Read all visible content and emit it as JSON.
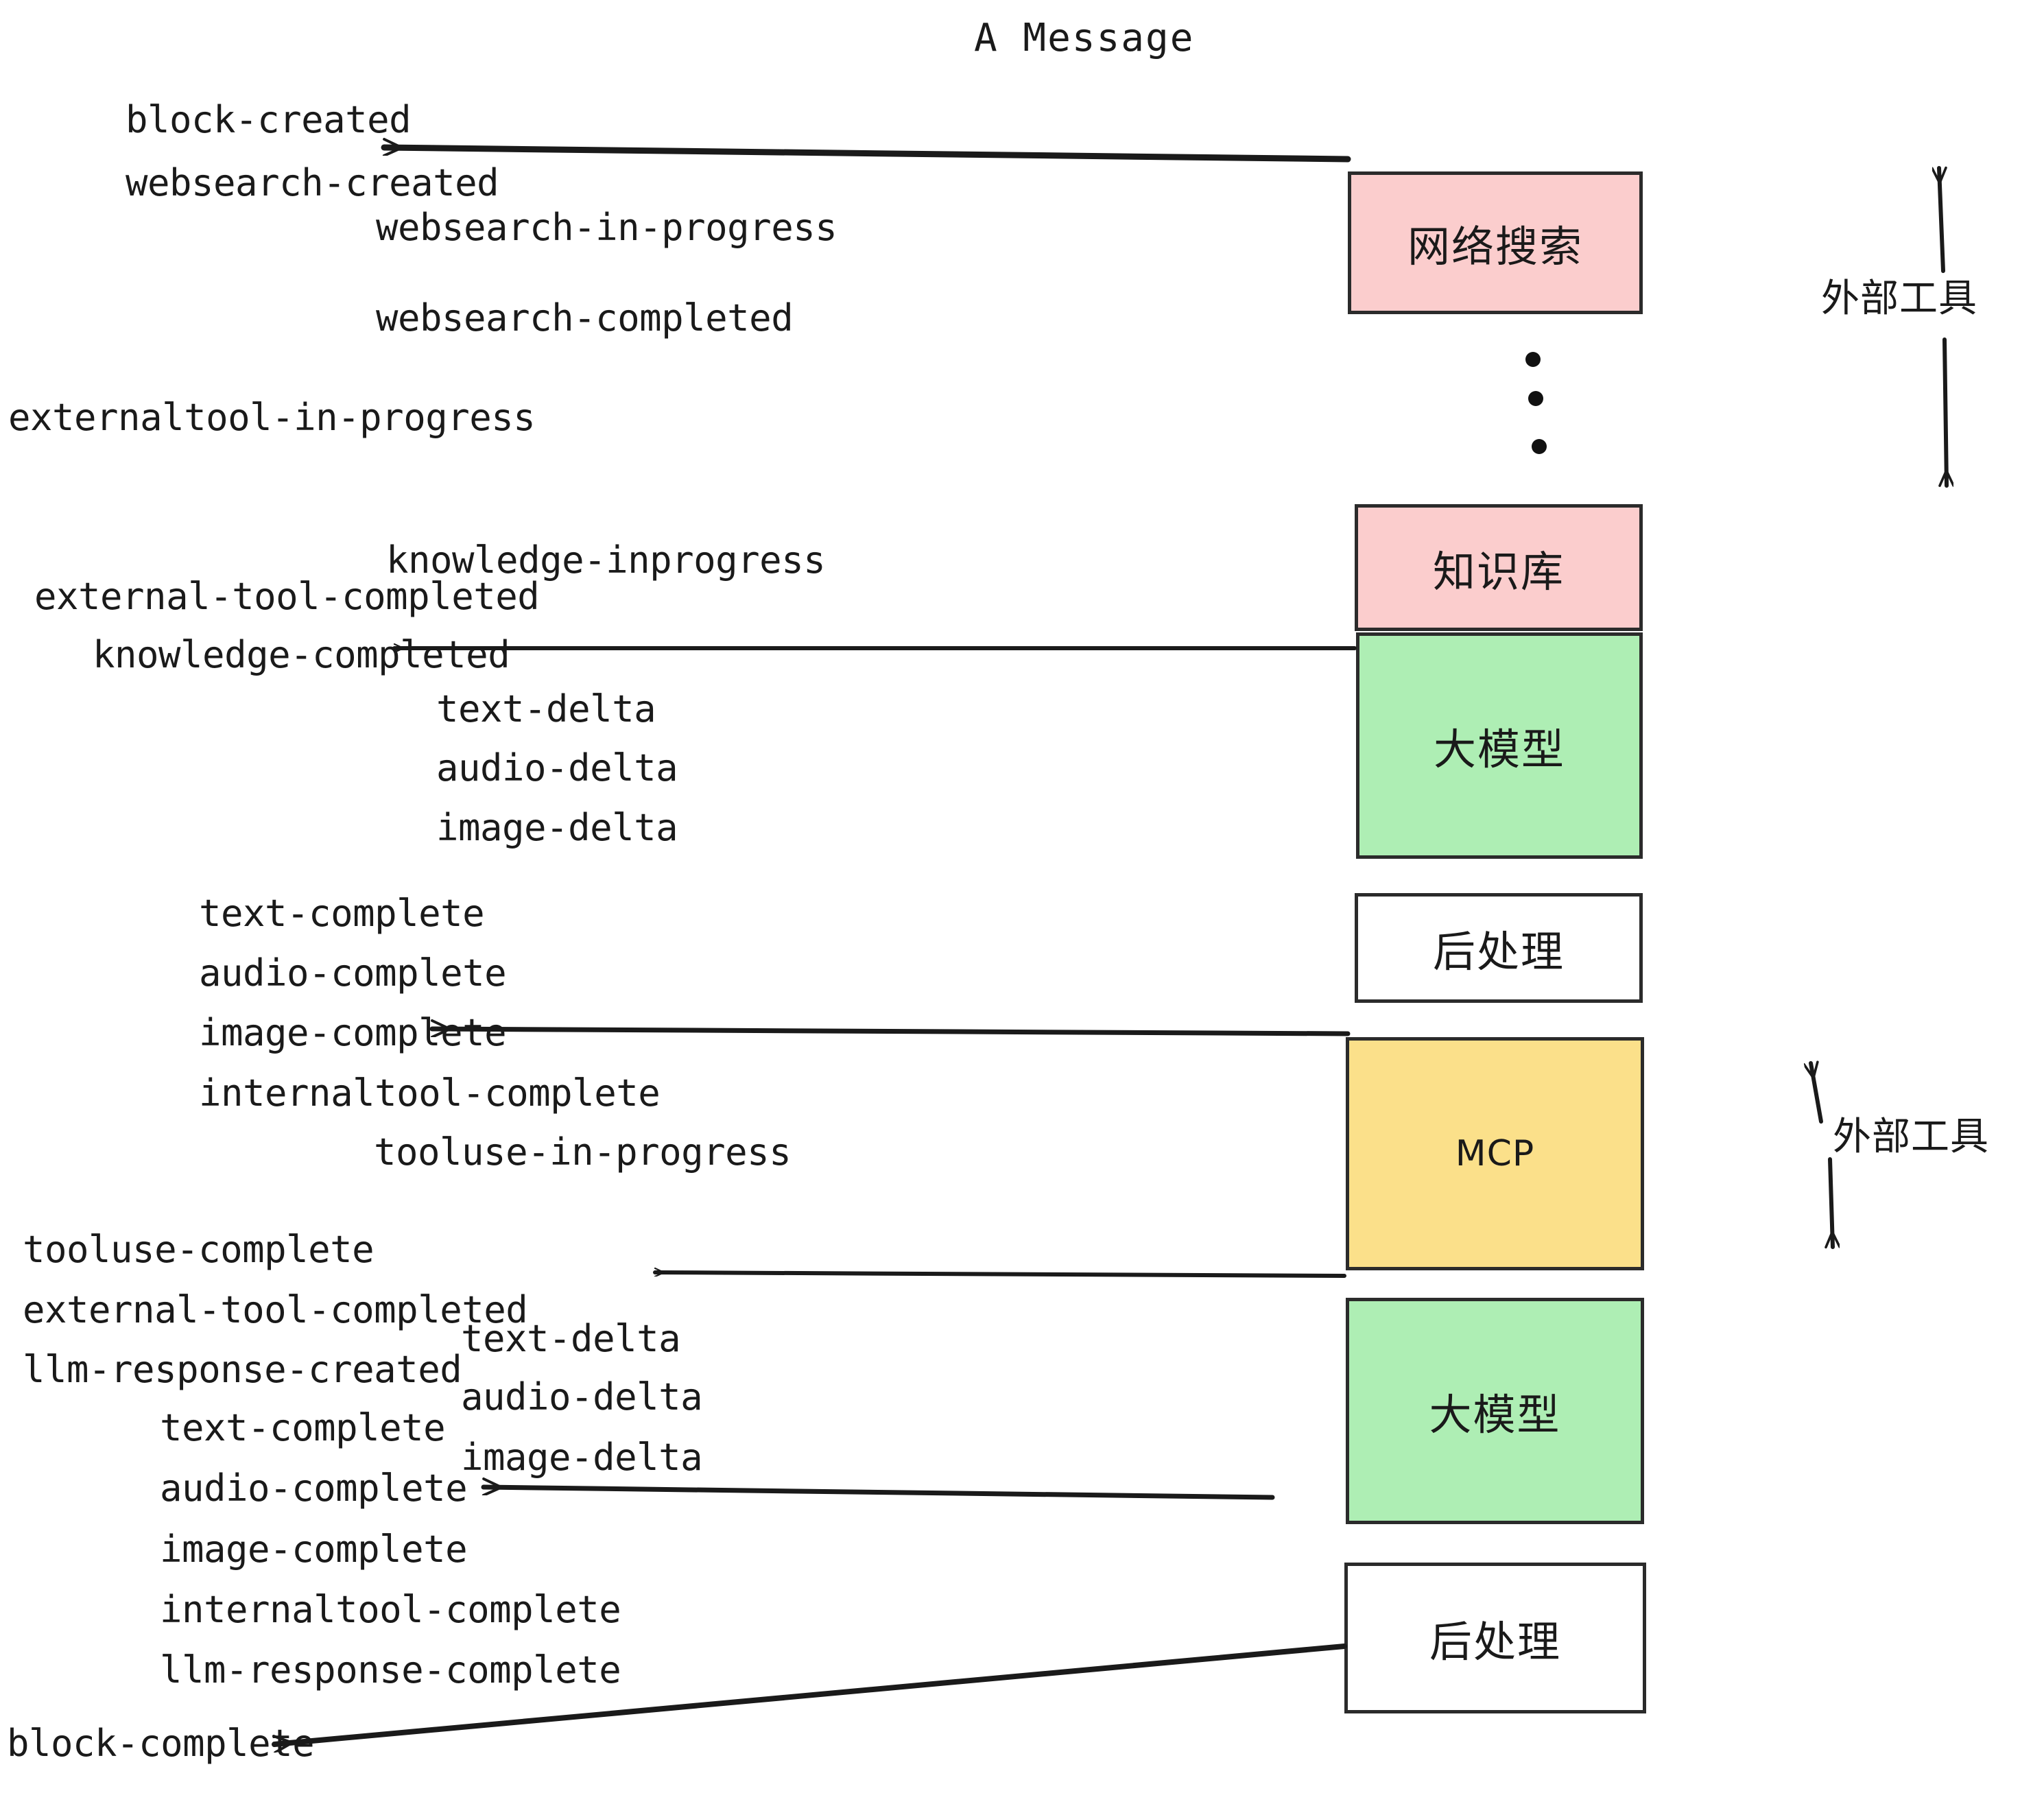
{
  "title": "A Message",
  "colors": {
    "tool_fill": "#fbcdcd",
    "llm_fill": "#aeeeb4",
    "mcp_fill": "#fbe08a",
    "plain_fill": "#ffffff",
    "stroke": "#2b2b2b",
    "text": "#1a1a1a"
  },
  "boxes": [
    {
      "label": "网络搜索",
      "kind": "tool"
    },
    {
      "label": "知识库",
      "kind": "tool"
    },
    {
      "label": "大模型",
      "kind": "llm"
    },
    {
      "label": "后处理",
      "kind": "plain"
    },
    {
      "label": "MCP",
      "kind": "mcp"
    },
    {
      "label": "大模型",
      "kind": "llm"
    },
    {
      "label": "后处理",
      "kind": "plain"
    }
  ],
  "side_annotations": [
    {
      "label": "外部工具"
    },
    {
      "label": "外部工具"
    }
  ],
  "events": {
    "left_column": [
      "block-created",
      "websearch-created",
      "externaltool-in-progress",
      "external-tool-completed",
      "knowledge-completed",
      "text-complete",
      "audio-complete",
      "image-complete",
      "internaltool-complete",
      "tooluse-complete",
      "external-tool-completed",
      "llm-response-created",
      "text-complete",
      "audio-complete",
      "image-complete",
      "internaltool-complete",
      "llm-response-complete",
      "block-complete"
    ],
    "middle_column": [
      "websearch-in-progress",
      "websearch-completed",
      "knowledge-inprogress",
      "text-delta",
      "audio-delta",
      "image-delta",
      "tooluse-in-progress",
      "text-delta",
      "audio-delta",
      "image-delta"
    ]
  },
  "labels": {
    "block_created": "block-created",
    "websearch_created": "websearch-created",
    "websearch_in_progress": "websearch-in-progress",
    "websearch_completed": "websearch-completed",
    "externaltool_in_progress": "externaltool-in-progress",
    "knowledge_inprogress": "knowledge-inprogress",
    "external_tool_completed_1": "external-tool-completed",
    "knowledge_completed": "knowledge-completed",
    "text_delta_1": "text-delta",
    "audio_delta_1": "audio-delta",
    "image_delta_1": "image-delta",
    "text_complete_1": "text-complete",
    "audio_complete_1": "audio-complete",
    "image_complete_1": "image-complete",
    "internaltool_complete_1": "internaltool-complete",
    "tooluse_in_progress": "tooluse-in-progress",
    "tooluse_complete": "tooluse-complete",
    "external_tool_completed_2": "external-tool-completed",
    "llm_response_created": "llm-response-created",
    "text_delta_2": "text-delta",
    "audio_delta_2": "audio-delta",
    "image_delta_2": "image-delta",
    "text_complete_2": "text-complete",
    "audio_complete_2": "audio-complete",
    "image_complete_2": "image-complete",
    "internaltool_complete_2": "internaltool-complete",
    "llm_response_complete": "llm-response-complete",
    "block_complete": "block-complete",
    "box_websearch": "网络搜索",
    "box_knowledge": "知识库",
    "box_llm_1": "大模型",
    "box_post_1": "后处理",
    "box_mcp": "MCP",
    "box_llm_2": "大模型",
    "box_post_2": "后处理",
    "external_tools_1": "外部工具",
    "external_tools_2": "外部工具"
  }
}
